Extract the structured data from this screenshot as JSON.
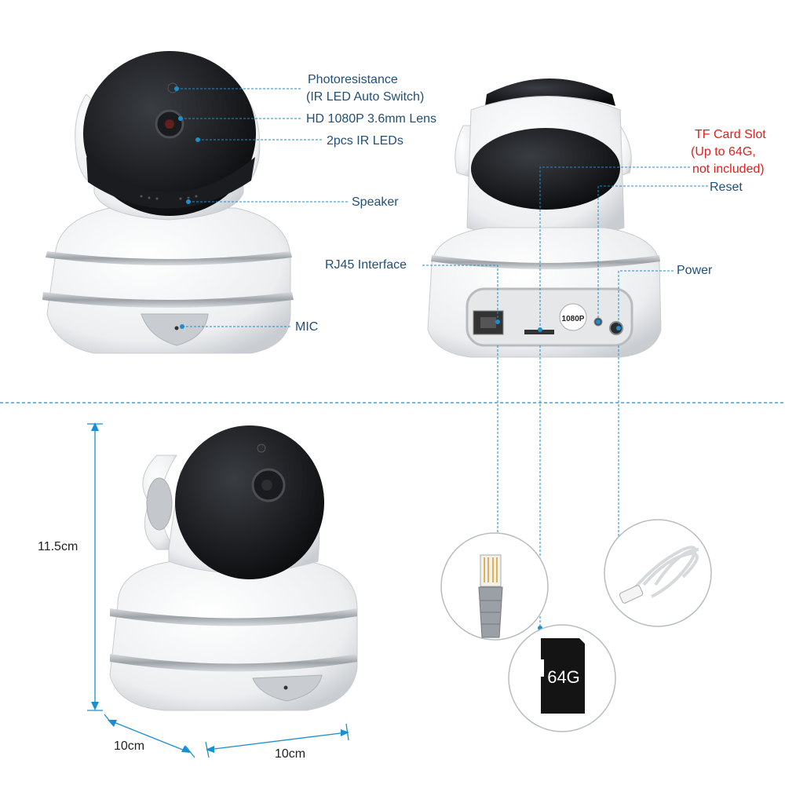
{
  "front_labels": {
    "photoresistance": "Photoresistance",
    "photoresistance_sub": "(IR LED Auto Switch)",
    "lens": "HD 1080P 3.6mm Lens",
    "ir_leds": "2pcs IR LEDs",
    "speaker": "Speaker",
    "mic": "MIC"
  },
  "back_labels": {
    "tf_title": "TF Card Slot",
    "tf_line2": "(Up to 64G,",
    "tf_line3": "not included)",
    "reset": "Reset",
    "rj45": "RJ45 Interface",
    "power": "Power",
    "badge": "1080P"
  },
  "dimensions": {
    "height": "11.5cm",
    "depth": "10cm",
    "width": "10cm"
  },
  "accessory": {
    "sd_card_label": "64G"
  },
  "colors": {
    "leader_line": "#1a8fd0",
    "label_text": "#1f4f7a",
    "tf_text": "#e0201c"
  }
}
